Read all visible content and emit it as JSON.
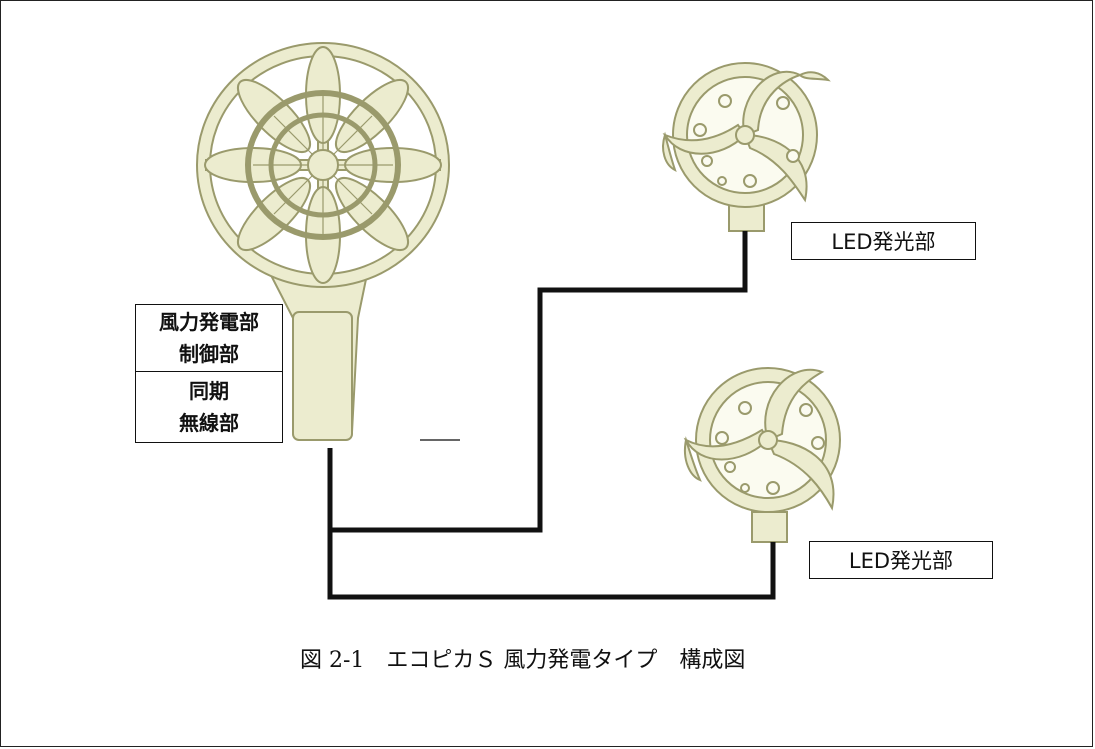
{
  "labels": {
    "control_unit_top_line1": "風力発電部",
    "control_unit_top_line2": "制御部",
    "control_unit_bottom_line1": "同期",
    "control_unit_bottom_line2": "無線部",
    "led_unit_1": "LED発光部",
    "led_unit_2": "LED発光部"
  },
  "caption": "図 2-1　エコピカＳ 風力発電タイプ　構成図",
  "colors": {
    "device_body": "#ececcf",
    "device_outline": "#9a9a6c",
    "cable": "#111111",
    "border": "#222222"
  }
}
